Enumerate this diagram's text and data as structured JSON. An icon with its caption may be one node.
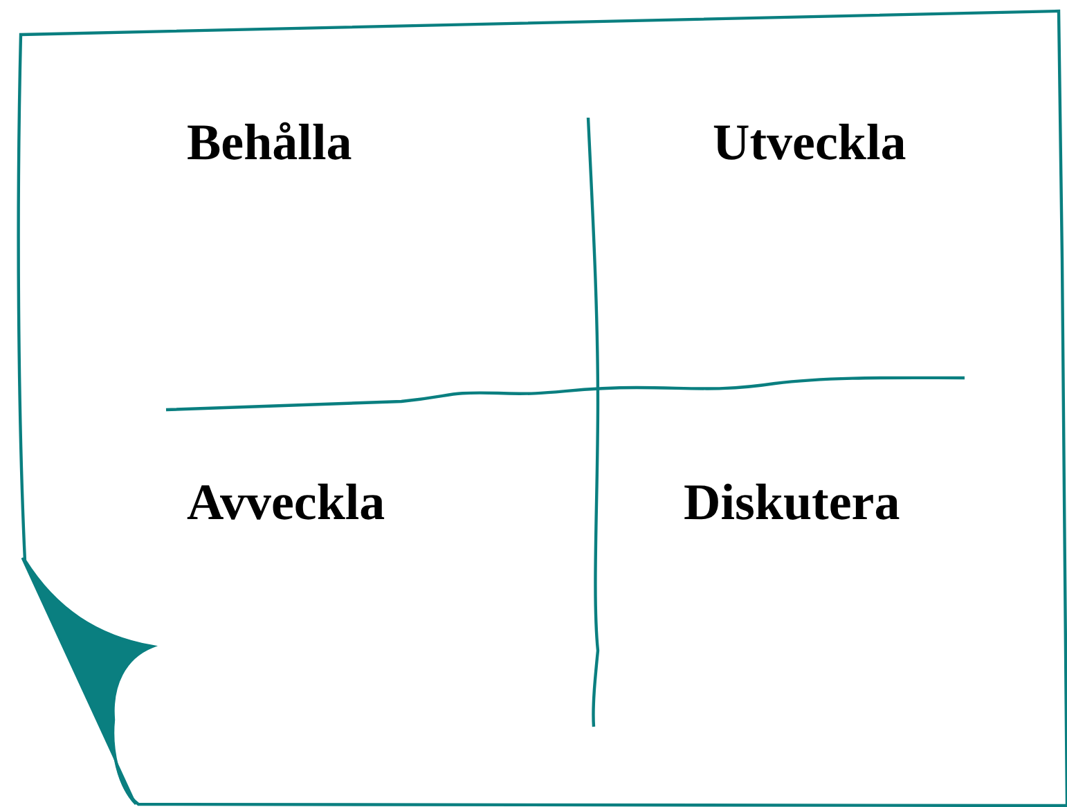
{
  "diagram": {
    "labels": [
      "Behålla",
      "Utveckla",
      "Avveckla",
      "Diskutera"
    ]
  }
}
